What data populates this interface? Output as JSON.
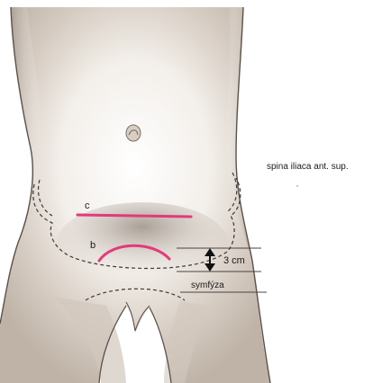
{
  "labels": {
    "spina": "spina iliaca ant. sup.",
    "distance": "3 cm",
    "symphysis": "symfýza",
    "incision_c": "c",
    "incision_b": "b"
  },
  "colors": {
    "incision": "#e23a7a",
    "outline": "#5a5148",
    "dashed": "#3a3a3a",
    "shading": "#b8ada2",
    "text": "#1a1a1a"
  }
}
